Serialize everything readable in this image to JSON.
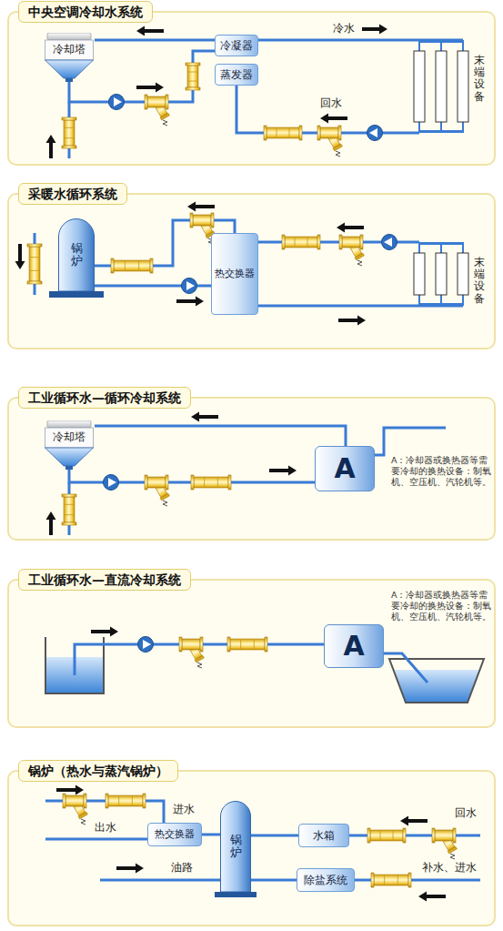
{
  "diagram": {
    "nodes": [
      {
        "text": [
          "中央空调冷却水系统"
        ]
      },
      {
        "text": [
          "冷却塔"
        ],
        "in": 0
      },
      {
        "text": [
          "冷凝器"
        ],
        "in": 0
      },
      {
        "text": [
          "蒸发器"
        ],
        "in": 0
      },
      {
        "text": [
          "末端设备"
        ],
        "in": 0
      },
      {
        "text": [
          "采暖水循环系统"
        ]
      },
      {
        "text": [
          "锅炉"
        ],
        "in": 5
      },
      {
        "text": [
          "热交换器"
        ],
        "in": 5
      },
      {
        "text": [
          "末端设备"
        ],
        "in": 5
      },
      {
        "text": [
          "工业循环水—循环冷却系统"
        ]
      },
      {
        "text": [
          "冷却塔"
        ],
        "in": 9
      },
      {
        "text": [
          "A"
        ],
        "in": 9
      },
      {
        "text": [
          "工业循环水—直流冷却系统"
        ]
      },
      {
        "text": [
          "A"
        ],
        "in": 12
      },
      {
        "text": [
          "锅炉（热水与蒸汽锅炉）"
        ]
      },
      {
        "text": [
          "热交换器"
        ],
        "in": 14
      },
      {
        "text": [
          "锅炉"
        ],
        "in": 14
      },
      {
        "text": [
          "水箱"
        ],
        "in": 14
      },
      {
        "text": [
          "除盐系统"
        ],
        "in": 14
      }
    ],
    "edges": [
      {
        "from": 2,
        "to": 1,
        "arrow": "none"
      },
      {
        "from": 1,
        "to": 2,
        "arrow": "none"
      },
      {
        "from": 2,
        "to": 4,
        "label": "冷水",
        "arrow": "none"
      },
      {
        "from": 4,
        "to": 3,
        "label": "回水",
        "arrow": "none"
      },
      {
        "from": 7,
        "to": 6,
        "arrow": "none"
      },
      {
        "from": 6,
        "to": 7,
        "arrow": "none"
      },
      {
        "from": 8,
        "to": 7,
        "arrow": "none"
      },
      {
        "from": 7,
        "to": 8,
        "arrow": "none"
      },
      {
        "from": 11,
        "to": 10,
        "arrow": "none"
      },
      {
        "from": 10,
        "to": 11,
        "arrow": "none"
      },
      {
        "from": 15,
        "to": 16,
        "arrow": "none"
      },
      {
        "from": 17,
        "to": 16,
        "arrow": "none"
      },
      {
        "from": 18,
        "to": 16,
        "arrow": "none"
      }
    ],
    "labels": [
      "A：冷却器或换热器等需要冷却的换热设备：制氧机、空压机、汽轮机等。",
      "A：冷却器或换热器等需要冷却的换热设备：制氧机、空压机、汽轮机等。",
      "进水",
      "出水",
      "油路",
      "回水",
      "补水、进水"
    ]
  }
}
